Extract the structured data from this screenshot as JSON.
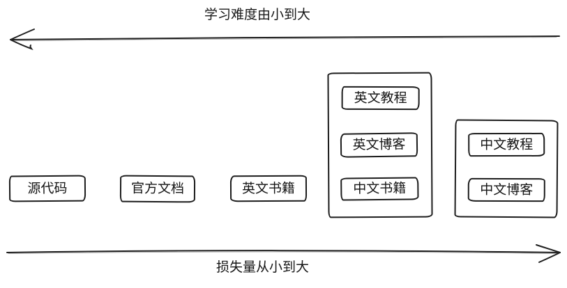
{
  "diagram": {
    "top_axis": {
      "label": "学习难度由小到大",
      "arrow_direction": "left"
    },
    "bottom_axis": {
      "label": "损失量从小到大",
      "arrow_direction": "right"
    },
    "boxes": [
      {
        "label": "源代码"
      },
      {
        "label": "官方文档"
      },
      {
        "label": "英文书籍"
      }
    ],
    "groups": [
      {
        "items": [
          {
            "label": "英文教程"
          },
          {
            "label": "英文博客"
          },
          {
            "label": "中文书籍"
          }
        ]
      },
      {
        "items": [
          {
            "label": "中文教程"
          },
          {
            "label": "中文博客"
          }
        ]
      }
    ],
    "colors": {
      "stroke": "#1b1b1b",
      "background": "#ffffff",
      "text": "#161616"
    }
  }
}
